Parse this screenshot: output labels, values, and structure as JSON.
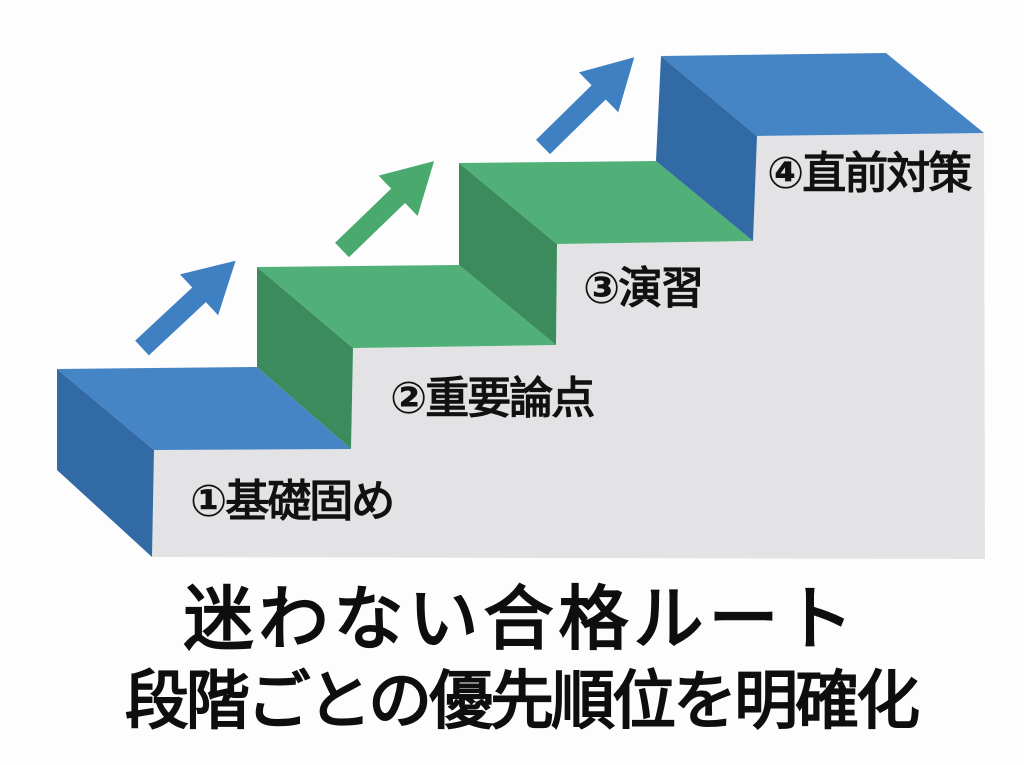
{
  "title": {
    "line1": "迷わない合格ルート",
    "line2": "段階ごとの優先順位を明確化"
  },
  "steps": [
    {
      "number": "①",
      "label": "①基礎固め",
      "color": "blue"
    },
    {
      "number": "②",
      "label": "②重要論点",
      "color": "green"
    },
    {
      "number": "③",
      "label": "③演習",
      "color": "green"
    },
    {
      "number": "④",
      "label": "④直前対策",
      "color": "blue"
    }
  ],
  "icons": [
    {
      "name": "up-right-arrow",
      "color": "blue"
    },
    {
      "name": "up-right-arrow",
      "color": "green"
    },
    {
      "name": "up-right-arrow",
      "color": "blue"
    }
  ],
  "colors": {
    "background": "#fdfdfd",
    "stair_body": "#e3e3e5",
    "blue_top": "#4585c6",
    "blue_side": "#326aa6",
    "green_top": "#50b077",
    "green_side": "#3c8b5c",
    "arrow_blue": "#3f80c3",
    "arrow_green": "#4aa96e",
    "text": "#111111"
  }
}
